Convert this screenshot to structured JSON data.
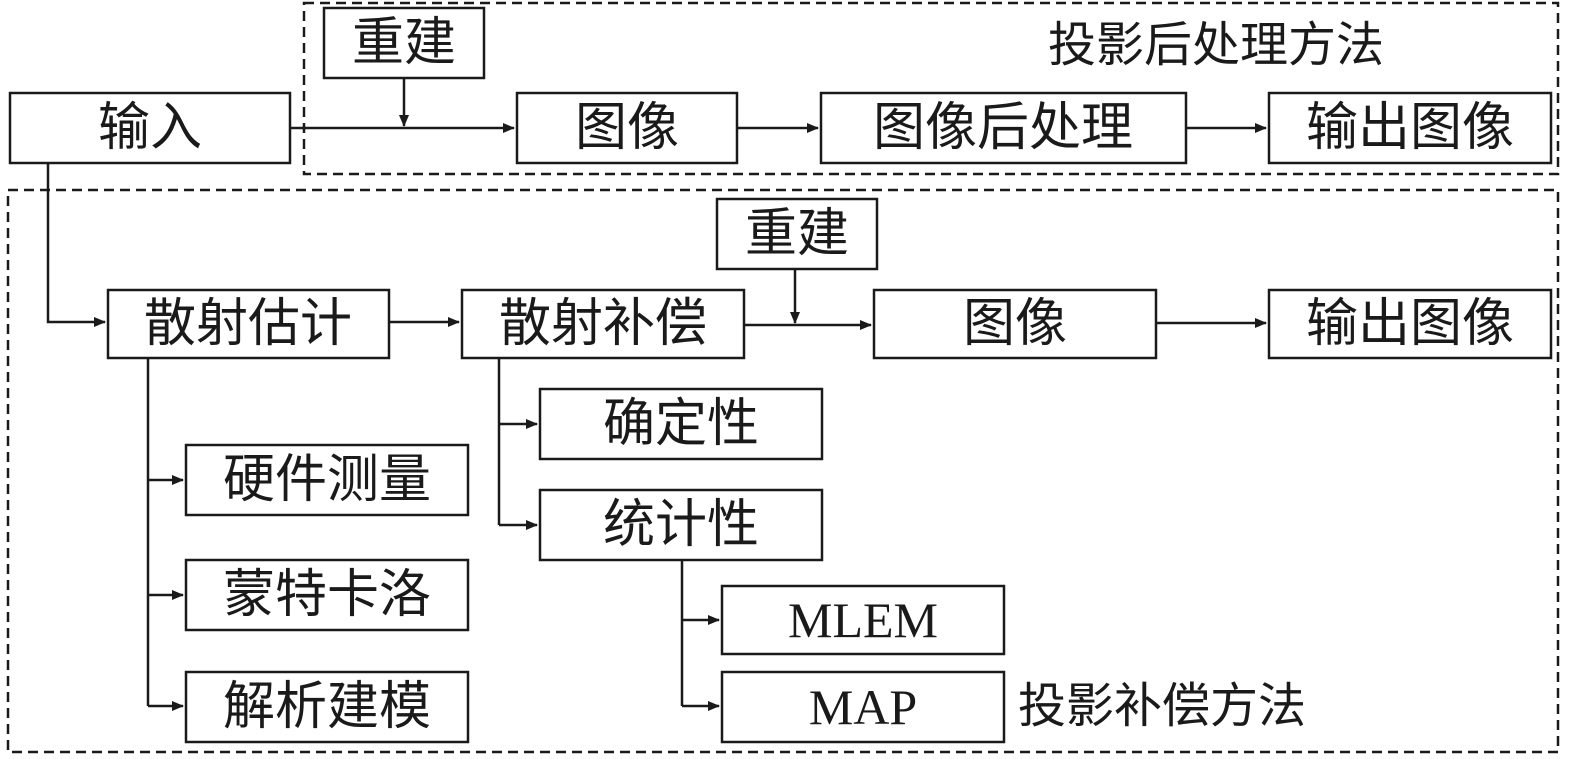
{
  "regions": {
    "projection_post": {
      "title": "投影后处理方法"
    },
    "projection_comp": {
      "title": "投影补偿方法"
    }
  },
  "nodes": {
    "input": "输入",
    "recon_top": "重建",
    "image_top": "图像",
    "postprocess": "图像后处理",
    "output_top": "输出图像",
    "scatter_est": "散射估计",
    "scatter_comp": "散射补偿",
    "recon_bottom": "重建",
    "image_bottom": "图像",
    "output_bottom": "输出图像",
    "hardware": "硬件测量",
    "monte_carlo": "蒙特卡洛",
    "analytic": "解析建模",
    "deterministic": "确定性",
    "statistical": "统计性",
    "mlem": "MLEM",
    "map": "MAP"
  },
  "colors": {
    "line": "#1a1a1a",
    "background": "#ffffff"
  }
}
